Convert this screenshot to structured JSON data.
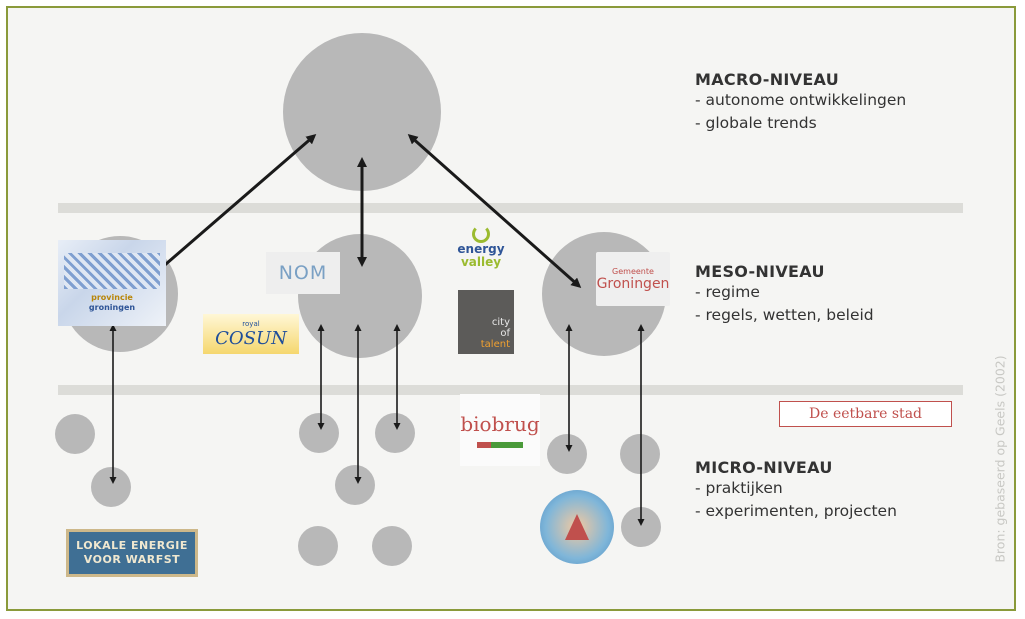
{
  "levels": {
    "macro": {
      "title": "MACRO-NIVEAU",
      "items": [
        "- autonome ontwikkelingen",
        "- globale trends"
      ]
    },
    "meso": {
      "title": "MESO-NIVEAU",
      "items": [
        "- regime",
        "- regels, wetten, beleid"
      ]
    },
    "micro": {
      "title": "MICRO-NIVEAU",
      "items": [
        "- praktijken",
        "- experimenten, projecten"
      ]
    }
  },
  "callout": "De eetbare stad",
  "source_note": "Bron: gebaseerd op Geels (2002)",
  "logos": {
    "provincie": {
      "line1": "provincie",
      "line2": "groningen"
    },
    "nom": "NOM",
    "cosun": {
      "small": "royal",
      "main": "COSUN"
    },
    "energy_valley": {
      "line1": "energy",
      "line2": "valley"
    },
    "city_of_talent": {
      "line1": "city",
      "line2": "of",
      "line3": "talent"
    },
    "gemeente_groningen": {
      "small": "Gemeente",
      "main": "Groningen"
    },
    "biobrug": "biobrug",
    "lokale_energie": {
      "line1": "LOKALE ENERGIE",
      "line2": "VOOR WARFST"
    }
  },
  "colors": {
    "border": "#8a9a3a",
    "background": "#f5f5f3",
    "circle": "#b8b8b8",
    "band": "#dcdcd8",
    "arrow": "#1a1a1a",
    "callout_red": "#c0504d"
  }
}
